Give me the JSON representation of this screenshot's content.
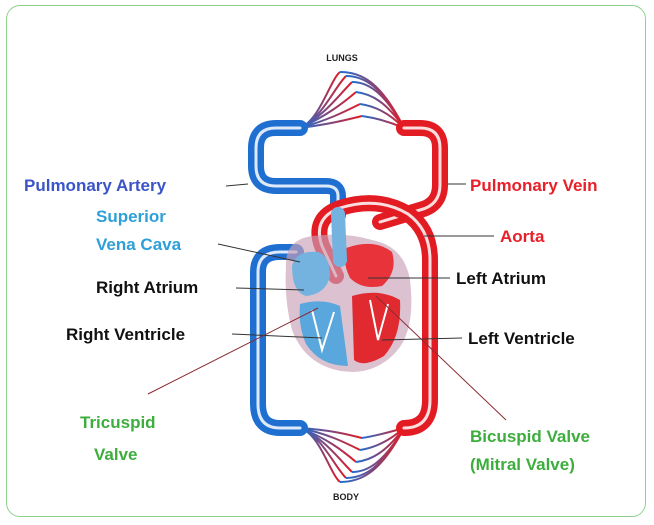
{
  "colors": {
    "artery_label": "#3b55c8",
    "vein_label": "#e8202a",
    "vena_cava_label": "#2e9fd8",
    "black_label": "#111111",
    "valve_label": "#3dae3d",
    "deoxygenated_blood": "#1f6fd1",
    "oxygenated_blood": "#e31b23",
    "frame_border": "#8fd08f"
  },
  "labels": {
    "lungs": "LUNGS",
    "body": "BODY",
    "pulmonary_artery": "Pulmonary Artery",
    "pulmonary_vein": "Pulmonary Vein",
    "superior_vena_cava_line1": "Superior",
    "superior_vena_cava_line2": "Vena Cava",
    "aorta": "Aorta",
    "right_atrium": "Right Atrium",
    "left_atrium": "Left Atrium",
    "right_ventricle": "Right Ventricle",
    "left_ventricle": "Left Ventricle",
    "tricuspid_line1": "Tricuspid",
    "tricuspid_line2": "Valve",
    "bicuspid_line1": "Bicuspid Valve",
    "bicuspid_line2": "(Mitral Valve)"
  }
}
